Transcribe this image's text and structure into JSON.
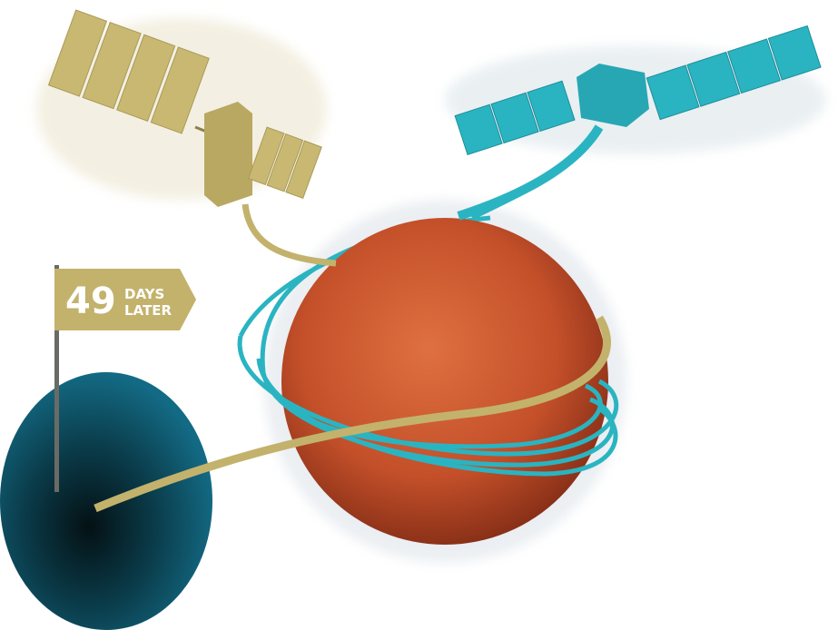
{
  "flag": {
    "number": "49",
    "line1": "DAYS",
    "line2": "LATER"
  },
  "colors": {
    "gold": "#c3b26c",
    "teal": "#2ab4c2",
    "planet": "#c65129",
    "hole": "#0f5f77",
    "hole_center": "#051519"
  }
}
